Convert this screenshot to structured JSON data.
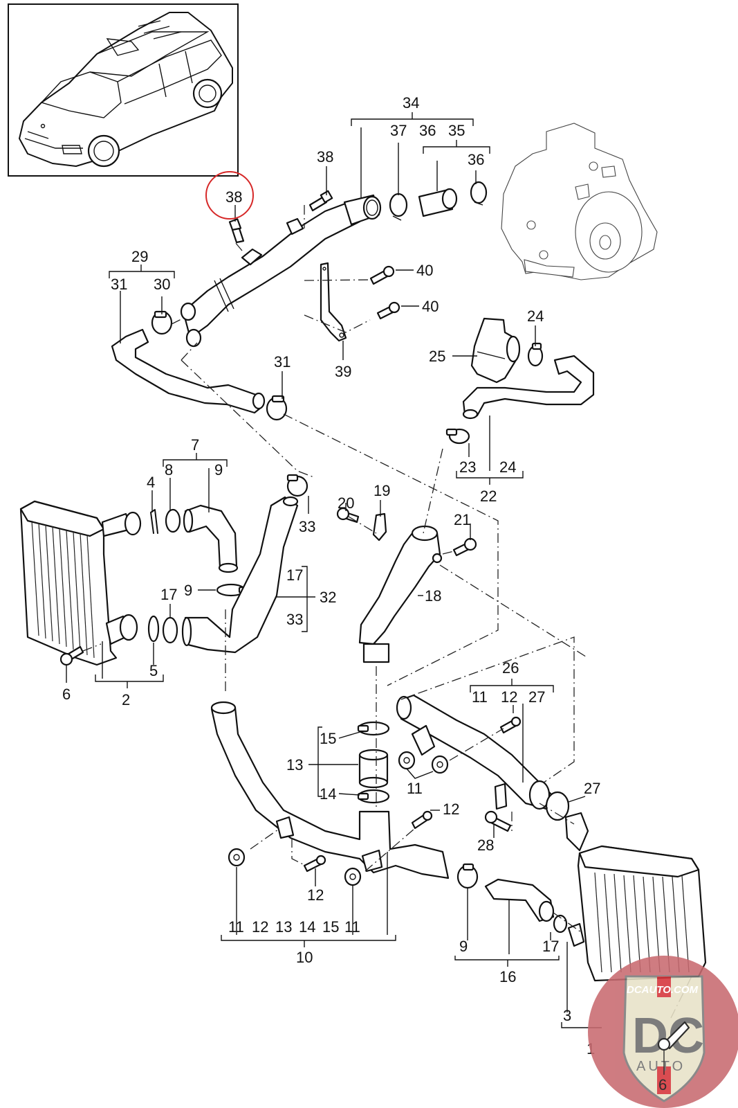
{
  "diagram": {
    "title": "Porsche Cayenne (92A) intercooler & charge air hoses exploded view",
    "highlight_color": "#d62828",
    "watermark": {
      "site": "DCAUTO.COM",
      "logo_letters": "DC",
      "logo_word": "AUTO",
      "colors": {
        "disc": "#c86a70",
        "shield": "#e8e2c8",
        "letters": "#6b6b6b",
        "accent": "#d6343a"
      }
    },
    "inset": {
      "subject": "Porsche Cayenne SUV"
    },
    "highlighted_callout": "38",
    "callouts": {
      "c34": "34",
      "c37": "37",
      "c36a": "36",
      "c35": "35",
      "c36b": "36",
      "c38a": "38",
      "c38b": "38",
      "c29": "29",
      "c31a": "31",
      "c30": "30",
      "c40a": "40",
      "c40b": "40",
      "c39": "39",
      "c24a": "24",
      "c25": "25",
      "c31b": "31",
      "c23": "23",
      "c24b": "24",
      "c22": "22",
      "c7": "7",
      "c8": "8",
      "c9a": "9",
      "c4": "4",
      "c33a": "33",
      "c9b": "9",
      "c17a": "17",
      "c17b": "17",
      "c32": "32",
      "c33b": "33",
      "c20": "20",
      "c19": "19",
      "c21": "21",
      "c18": "18",
      "c6a": "6",
      "c5": "5",
      "c2": "2",
      "c26": "26",
      "c11a": "11",
      "c12a": "12",
      "c27a": "27",
      "c15": "15",
      "c13": "13",
      "c14": "14",
      "c11b": "11",
      "c27b": "27",
      "c12b": "12",
      "c28": "28",
      "c12c": "12",
      "b10": [
        "11",
        "12",
        "13",
        "14",
        "15",
        "11"
      ],
      "c10": "10",
      "c9c": "9",
      "c17c": "17",
      "c16": "16",
      "c3": "3",
      "c1": "1",
      "c6b": "6"
    },
    "assemblies": [
      {
        "group": "34",
        "contains": [
          "37",
          "36",
          "35"
        ]
      },
      {
        "group": "35",
        "contains": [
          "36"
        ]
      },
      {
        "group": "29",
        "contains": [
          "31",
          "30"
        ]
      },
      {
        "group": "22",
        "contains": [
          "23",
          "24"
        ]
      },
      {
        "group": "7",
        "contains": [
          "8",
          "9"
        ]
      },
      {
        "group": "32",
        "contains": [
          "17",
          "33"
        ]
      },
      {
        "group": "2",
        "contains": [
          "5"
        ]
      },
      {
        "group": "26",
        "contains": [
          "11",
          "12",
          "27"
        ]
      },
      {
        "group": "13",
        "contains": [
          "15",
          "14"
        ]
      },
      {
        "group": "10",
        "contains": [
          "11",
          "12",
          "13",
          "14",
          "15",
          "11"
        ]
      },
      {
        "group": "16",
        "contains": [
          "9",
          "17"
        ]
      },
      {
        "group": "1",
        "contains": [
          "3"
        ]
      }
    ]
  }
}
